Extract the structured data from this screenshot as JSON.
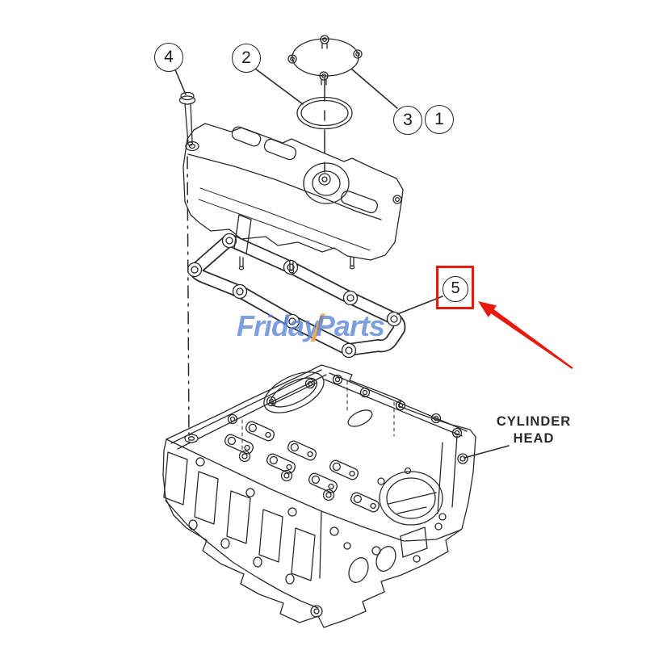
{
  "diagram": {
    "subject_label": {
      "line1": "CYLINDER",
      "line2": "HEAD"
    },
    "callouts": {
      "item1": {
        "label": "1"
      },
      "item2": {
        "label": "2"
      },
      "item3": {
        "label": "3"
      },
      "item4": {
        "label": "4"
      },
      "item5": {
        "label": "5",
        "highlighted": true
      }
    }
  },
  "watermark": {
    "word1": "Friday",
    "slash": "/",
    "word2": "Parts"
  },
  "colors": {
    "background": "#ffffff",
    "line": "#2b2b2b",
    "highlight_red": "#e8190f",
    "watermark_blue": "#5884d6",
    "watermark_orange": "#f0a246"
  }
}
